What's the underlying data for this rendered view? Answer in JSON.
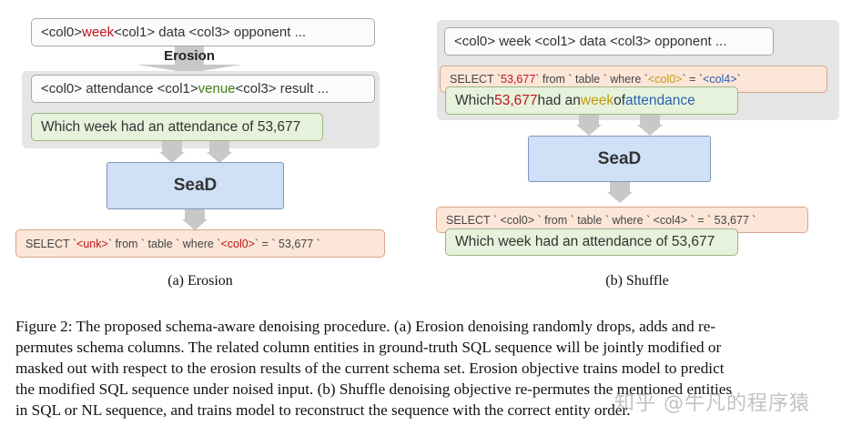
{
  "left_panel": {
    "schema_top": {
      "p1": "<col0> ",
      "w1": "week",
      "p2": " <col1> data <col3> opponent ..."
    },
    "erosion_label": "Erosion",
    "schema_eroded": {
      "p1": "<col0> attendance <col1> ",
      "w1": "venue",
      "p2": " <col3> result ..."
    },
    "nl": "Which week had an attendance of 53,677",
    "model": "SeaD",
    "sql": {
      "p1": "SELECT ` ",
      "t1": "<unk>",
      "p2": " ` from ` table ` where ` ",
      "t2": "<col0>",
      "p3": " ` = ` 53,677 `"
    },
    "caption": "(a) Erosion"
  },
  "right_panel": {
    "schema": "<col0> week <col1> data <col3> opponent ...",
    "sql_shuffled": {
      "p1": "SELECT ` ",
      "t1": "53,677",
      "p2": " ` from ` table ` where ` ",
      "t2": "<col0>",
      "p3": " ` = ` ",
      "t3": "<col4>",
      "p4": " `"
    },
    "nl_shuffled": {
      "p1": "Which ",
      "t1": "53,677",
      "p2": " had an ",
      "t2": "week",
      "p3": " of ",
      "t3": "attendance"
    },
    "model": "SeaD",
    "sql_out": "SELECT ` <col0> ` from ` table ` where ` <col4> ` = ` 53,677 `",
    "nl_out": "Which week had an attendance of 53,677",
    "caption": "(b) Shuffle"
  },
  "figure_caption": {
    "line1": "Figure 2:  The proposed schema-aware denoising procedure. (a) Erosion denoising randomly drops, adds and re-",
    "line2": "permutes schema columns. The related column entities in ground-truth SQL sequence will be jointly modified or",
    "line3": "masked out with respect to the erosion results of the current schema set. Erosion objective trains model to predict",
    "line4": "the modified SQL sequence under noised input. (b) Shuffle denoising objective re-permutes the mentioned entities",
    "line5": "in SQL or NL sequence, and trains model to reconstruct the sequence with the correct entity order."
  },
  "watermark": "知乎 @牛凡的程序猿"
}
